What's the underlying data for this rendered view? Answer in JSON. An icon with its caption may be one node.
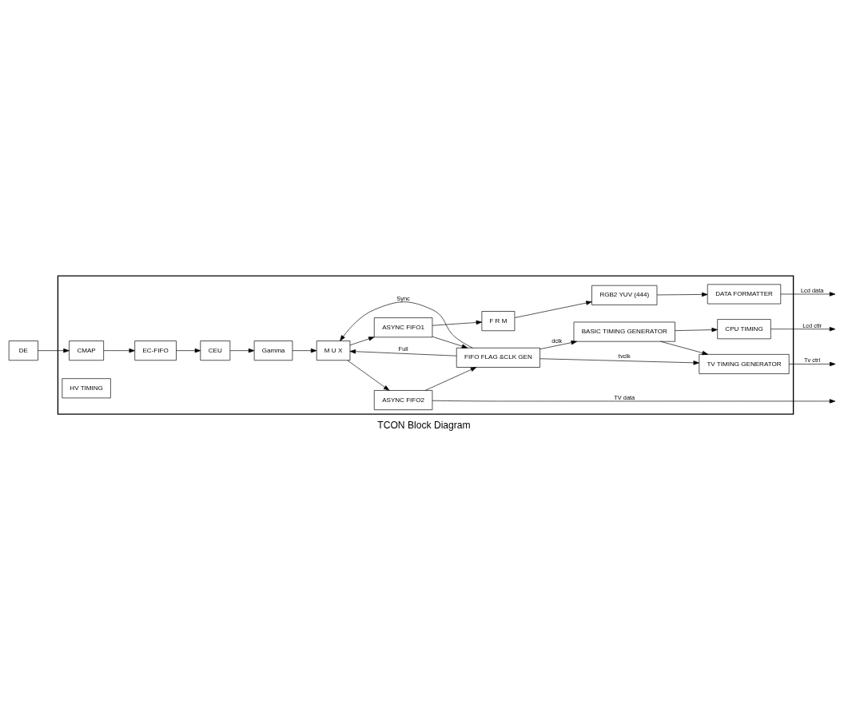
{
  "diagram": {
    "title": "TCON Block Diagram",
    "nodes": [
      {
        "text": [],
        "shape": "box"
      },
      {
        "text": [
          "DE"
        ]
      },
      {
        "text": [
          "CMAP"
        ],
        "in": 0
      },
      {
        "text": [
          "EC-FIFO"
        ],
        "in": 0
      },
      {
        "text": [
          "CEU"
        ],
        "in": 0
      },
      {
        "text": [
          "Gamma"
        ],
        "in": 0
      },
      {
        "text": [
          "M U X"
        ],
        "in": 0
      },
      {
        "text": [
          "ASYNC FIFO1"
        ],
        "in": 0
      },
      {
        "text": [
          "F R M"
        ],
        "in": 0
      },
      {
        "text": [
          "RGB2 YUV (444)"
        ],
        "in": 0
      },
      {
        "text": [
          "DATA FORMATTER"
        ],
        "in": 0
      },
      {
        "text": [
          "HV TIMING"
        ],
        "in": 0
      },
      {
        "text": [
          "CPU TIMING"
        ],
        "in": 0
      },
      {
        "text": [
          "FIFO FLAG &CLK GEN"
        ],
        "in": 0
      },
      {
        "text": [
          "BASIC TIMING GENERATOR"
        ],
        "in": 0
      },
      {
        "text": [
          "TV TIMING GENERATOR"
        ],
        "in": 0
      },
      {
        "text": [
          "ASYNC FIFO2"
        ],
        "in": 0
      }
    ],
    "edges": [
      {
        "from": 1,
        "to": 2,
        "arrow": "to"
      },
      {
        "from": 2,
        "to": 3,
        "arrow": "to"
      },
      {
        "from": 3,
        "to": 4,
        "arrow": "to"
      },
      {
        "from": 4,
        "to": 5,
        "arrow": "to"
      },
      {
        "from": 5,
        "to": 6,
        "arrow": "to"
      },
      {
        "from": 6,
        "to": 7,
        "arrow": "to"
      },
      {
        "from": 7,
        "to": 8,
        "arrow": "to"
      },
      {
        "from": 8,
        "to": 9,
        "arrow": "to"
      },
      {
        "from": 9,
        "to": 10,
        "arrow": "to"
      },
      {
        "from": 10,
        "to": null,
        "arrow": "to",
        "label": "Lcd data"
      },
      {
        "from": 7,
        "to": 13,
        "arrow": "to"
      },
      {
        "from": 13,
        "to": 14,
        "arrow": "to",
        "label": "dclk"
      },
      {
        "from": 14,
        "to": 12,
        "arrow": "to"
      },
      {
        "from": 12,
        "to": null,
        "arrow": "to",
        "label": "Lcd ctlr"
      },
      {
        "from": 13,
        "to": 6,
        "arrow": "to",
        "label": "Full"
      },
      {
        "from": 13,
        "to": 6,
        "arrow": "to",
        "label": "Sync"
      },
      {
        "from": 14,
        "to": 15,
        "arrow": "to"
      },
      {
        "from": 13,
        "to": 15,
        "arrow": "to",
        "label": "tvclk"
      },
      {
        "from": 15,
        "to": null,
        "arrow": "to",
        "label": "Tv ctrl"
      },
      {
        "from": 16,
        "to": 13,
        "arrow": "to"
      },
      {
        "from": 6,
        "to": 16,
        "arrow": "to"
      },
      {
        "from": 16,
        "to": null,
        "arrow": "to",
        "label": "TV data"
      }
    ]
  }
}
